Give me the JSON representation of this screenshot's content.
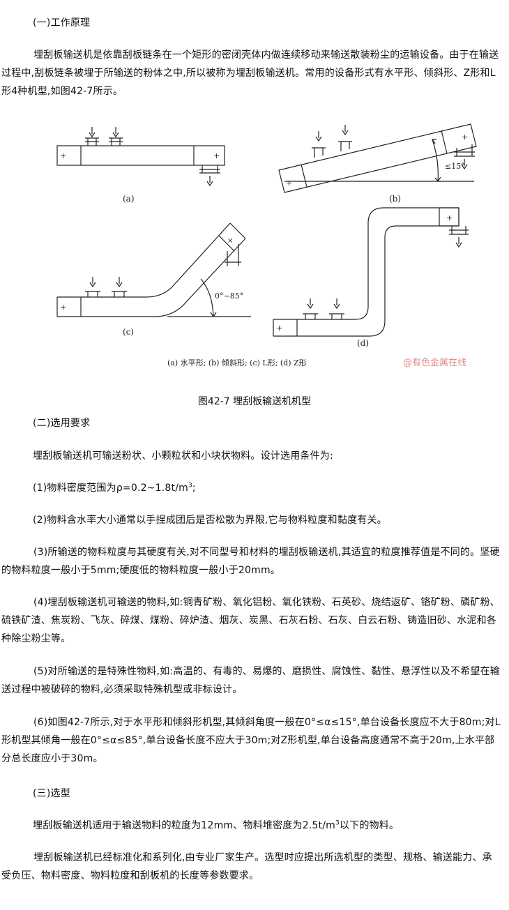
{
  "sections": {
    "s1_heading": "(一)工作原理",
    "s1_para": "埋刮板输送机是依靠刮板链条在一个矩形的密闭壳体内做连续移动来输送散装粉尘的运输设备。由于在输送过程中,刮板链条被埋于所输送的粉体之中,所以被称为埋刮板输送机。常用的设备形式有水平形、倾斜形、Z形和L形4种机型,如图42-7所示。",
    "s2_heading": "(二)选用要求",
    "s2_intro": "埋刮板输送机可输送粉状、小颗粒状和小块状物料。设计选用条件为:",
    "item1_a": "(1)物料密度范围为ρ=0.2~1.8t/m",
    "item1_sup": "3",
    "item1_b": ";",
    "item2": "(2)物料含水率大小通常以手捏成团后是否松散为界限,它与物料粒度和黏度有关。",
    "item3": "(3)所输送的物料粒度与其硬度有关,对不同型号和材料的埋刮板输送机,其适宜的粒度推荐值是不同的。坚硬的物料粒度一般小于5mm;硬度低的物料粒度一般小于20mm。",
    "item4": "(4)埋刮板输送机可输送的物料,如:铜青矿粉、氧化铝粉、氧化铁粉、石英砂、烧结返矿、铬矿粉、磷矿粉、硫铁矿渣、焦炭粉、飞灰、碎煤、煤粉、碎炉渣、烟灰、炭黑、石灰石粉、石灰、白云石粉、铸造旧砂、水泥和各种除尘粉尘等。",
    "item5": "(5)对所输送的是特殊性物料,如:高温的、有毒的、易爆的、磨损性、腐蚀性、黏性、悬浮性以及不希望在输送过程中被破碎的物料,必须采取特殊机型或非标设计。",
    "item6": "(6)如图42-7所示,对于水平形和倾斜形机型,其倾斜角度一般在0°≤α≤15°,单台设备长度应不大于80m;对L形机型其倾角一般在0°≤α≤85°,单台设备长度不应大于30m;对Z形机型,单台设备高度通常不高于20m,上水平部分总长度应小于30m。",
    "s3_heading": "(三)选型",
    "s3_para1_a": "埋刮板输送机适用于输送物料的粒度为12mm、物料堆密度为2.5t/m",
    "s3_para1_sup": "3",
    "s3_para1_b": "以下的物料。",
    "s3_para2": "埋刮板输送机已经标准化和系列化,由专业厂家生产。选型时应提出所选机型的类型、规格、输送能力、承受负压、物料密度、物料粒度和刮板机的长度等参数要求。"
  },
  "figure": {
    "caption": "图42-7 埋刮板输送机机型",
    "label_a": "(a)",
    "label_b": "(b)",
    "label_c": "(c)",
    "label_d": "(d)",
    "angle_b": "≤15°",
    "angle_c": "0°~85°",
    "legend": "(a) 水平形; (b) 倾斜形; (c) L形; (d) Z形",
    "watermark": "@有色金属在线",
    "watermark_color": "#e38b8b"
  }
}
